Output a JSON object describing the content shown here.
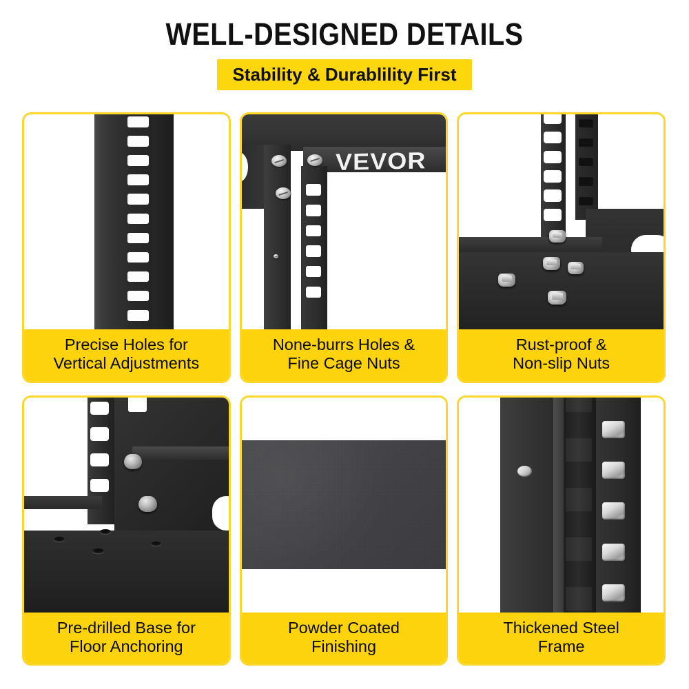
{
  "header": {
    "title": "WELL-DESIGNED DETAILS",
    "subtitle": "Stability & Durablility First"
  },
  "colors": {
    "banner_yellow": "#FDD70D",
    "card_border_yellow": "#FCD72A",
    "caption_yellow": "#FCD30C",
    "text_black": "#0A0A0A",
    "metal_dark": "#2E2E2E",
    "powder_coat_gray": "#434347",
    "chrome_silver": "#D3D3D3",
    "background_white": "#FFFFFF"
  },
  "brand": {
    "logo_text": "VEVOR"
  },
  "cards": [
    {
      "id": "precise-holes",
      "caption_lines": [
        "Precise Holes for",
        "Vertical Adjustments"
      ],
      "image_subject": "vertical rack post with column of square mounting holes"
    },
    {
      "id": "none-burrs-holes",
      "caption_lines": [
        "None-burrs Holes &",
        "Fine Cage Nuts"
      ],
      "image_subject": "rack top corner with VEVOR branding, screws and square holes"
    },
    {
      "id": "rust-proof-nuts",
      "caption_lines": [
        "Rust-proof &",
        "Non-slip Nuts"
      ],
      "image_subject": "rack base corner with chrome nuts and bolts"
    },
    {
      "id": "pre-drilled-base",
      "caption_lines": [
        "Pre-drilled Base for",
        "Floor Anchoring"
      ],
      "image_subject": "base plate with pre-drilled anchor holes and bolts"
    },
    {
      "id": "powder-coated",
      "caption_lines": [
        "Powder Coated",
        "Finishing"
      ],
      "image_subject": "flat dark gray powder coated surface texture swatch"
    },
    {
      "id": "thickened-steel",
      "caption_lines": [
        "Thickened Steel",
        "Frame"
      ],
      "image_subject": "close-up of thick steel post profile with round hole and square slots"
    }
  ]
}
